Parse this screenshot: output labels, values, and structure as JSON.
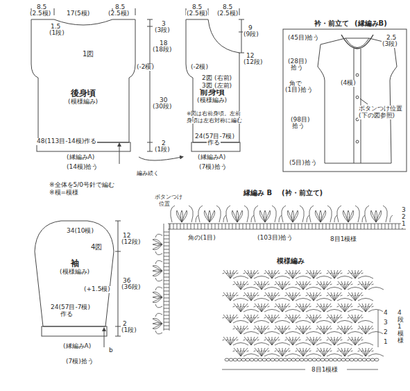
{
  "diagram": {
    "nodes": [
      {
        "text": [
          "後身頃",
          "(模様編み)"
        ]
      },
      {
        "text": [
          "前身頃",
          "(模様編み)"
        ]
      },
      {
        "text": [
          "袖",
          "(模様編み)"
        ]
      }
    ],
    "labels": [
      "8.5",
      "(2.5模)",
      "17(5模)",
      "8.5",
      "(2.5模)",
      "1.5",
      "(1段)",
      "1図",
      "(-2模)",
      "48(113目-14模)作る",
      "(縁編みA)",
      "(14模)拾う",
      "3",
      "(3段)",
      "18",
      "(18段)",
      "30",
      "(30段)",
      "2",
      "(1段)",
      "編み続く",
      "8.5",
      "(2.5模)",
      "8.5",
      "(2.5模)",
      "9",
      "(9段)",
      "12",
      "(12段)",
      "(-2模)",
      "2図",
      "3図",
      "(右前)",
      "(左前)",
      "※図は右前身頃。左前",
      "身頃は左右対称に編む",
      "24(57目-7模)",
      "作る",
      "(縁編みA)",
      "(7模)拾う",
      "衿・前立て",
      "(縁編みB)",
      "(45目)拾う",
      "2.5",
      "(3段)",
      "(28目)",
      "拾う",
      "角で",
      "(1目)拾う",
      "(4模)",
      "ボタンつけ位置",
      "(下の図参照)",
      "(98目)",
      "拾う",
      "(5目)拾う",
      "※全体を5/0号針で編む",
      "※模=模様",
      "34(10模)",
      "4図",
      "(+1.5模)",
      "24(57目-7模)",
      "作る",
      "(縁編みA)",
      "(7模)拾う",
      "12",
      "(12段)",
      "36",
      "(36段)",
      "2",
      "(1段)",
      "b",
      "縁編み B",
      "(衿・前立て)",
      "ボタンつけ",
      "位置",
      "角の(1目)",
      "(103目)拾う",
      "8目1模様",
      "3",
      "2",
      "1",
      "模様編み",
      "4",
      "3",
      "2",
      "1",
      "4段1模様",
      "8目1模様"
    ]
  }
}
